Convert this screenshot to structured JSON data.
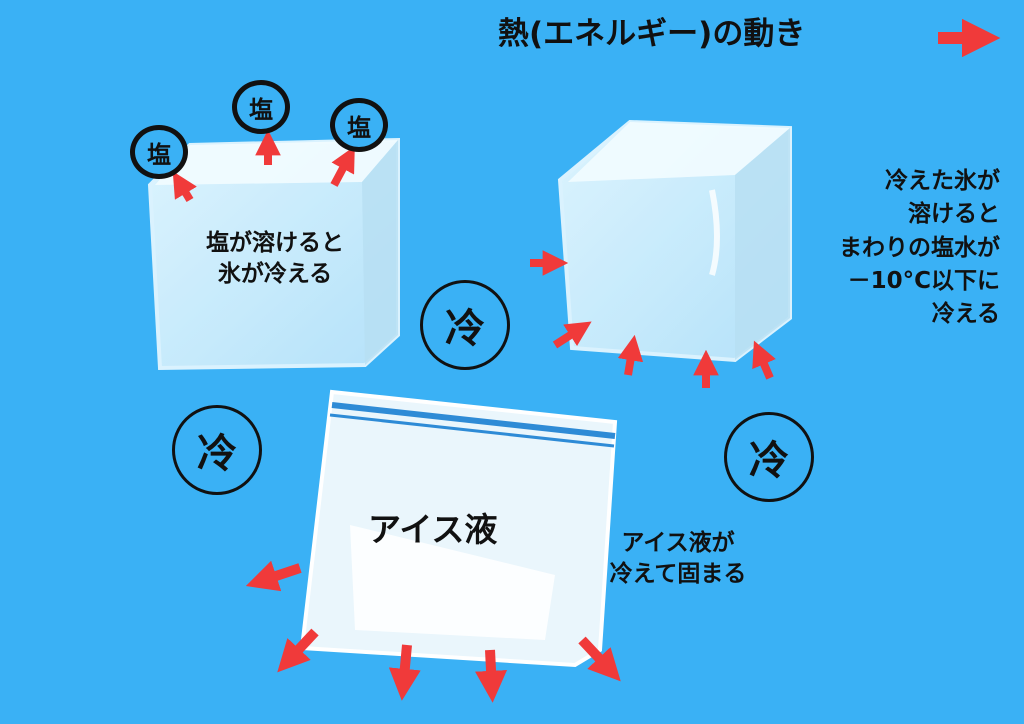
{
  "title": "熱(エネルギー)の動き",
  "cold_symbol": "冷",
  "salt_label": "塩",
  "left_ice_caption": "塩が溶けると\n氷が冷える",
  "right_ice_caption": "冷えた氷が\n溶けると\nまわりの塩水が\n－10°C以下に\n冷える",
  "bag_label": "アイス液",
  "bag_caption": "アイス液が\n冷えて固まる",
  "colors": {
    "background": "#3ab1f5",
    "arrow": "#f03a3a",
    "text": "#111111",
    "ice": "#cfeefc"
  }
}
